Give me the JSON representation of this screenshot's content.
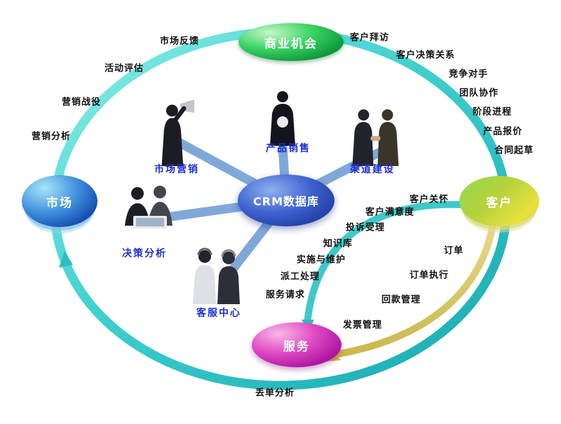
{
  "diagram": {
    "center_label": "CRM数据库",
    "node_top": "商业机会",
    "node_left": "市场",
    "node_right": "客户",
    "node_bottom": "服务",
    "inner": {
      "marketing": "市场营销",
      "sales": "产品销售",
      "channel": "渠道建设",
      "decision": "决策分析",
      "service_center": "客服中心"
    },
    "outer_left": [
      "市场反馈",
      "活动评估",
      "营销战役",
      "营销分析"
    ],
    "outer_right": [
      "客户拜访",
      "客户决策关系",
      "竞争对手",
      "团队协作",
      "阶段进程",
      "产品报价",
      "合同起草"
    ],
    "service_chain": [
      "客户关怀",
      "客户满意度",
      "投诉受理",
      "知识库",
      "实施与维护",
      "派工处理",
      "服务请求"
    ],
    "order_chain": [
      "订单",
      "订单执行",
      "回款管理",
      "发票管理"
    ],
    "bottom_label": "丢单分析",
    "colors": {
      "outer_ring": "#35c8c8",
      "spoke": "#7fa8d9",
      "node_top_green": "#19b24a",
      "node_left_blue": "#1e63c8",
      "node_right_yellow_green": "#bcd23a",
      "node_bottom_magenta": "#c21fae",
      "center_blue": "#2b4bb5",
      "order_arc_yellow": "#d8c96a",
      "inner_label_blue": "#1f2fd0"
    }
  }
}
